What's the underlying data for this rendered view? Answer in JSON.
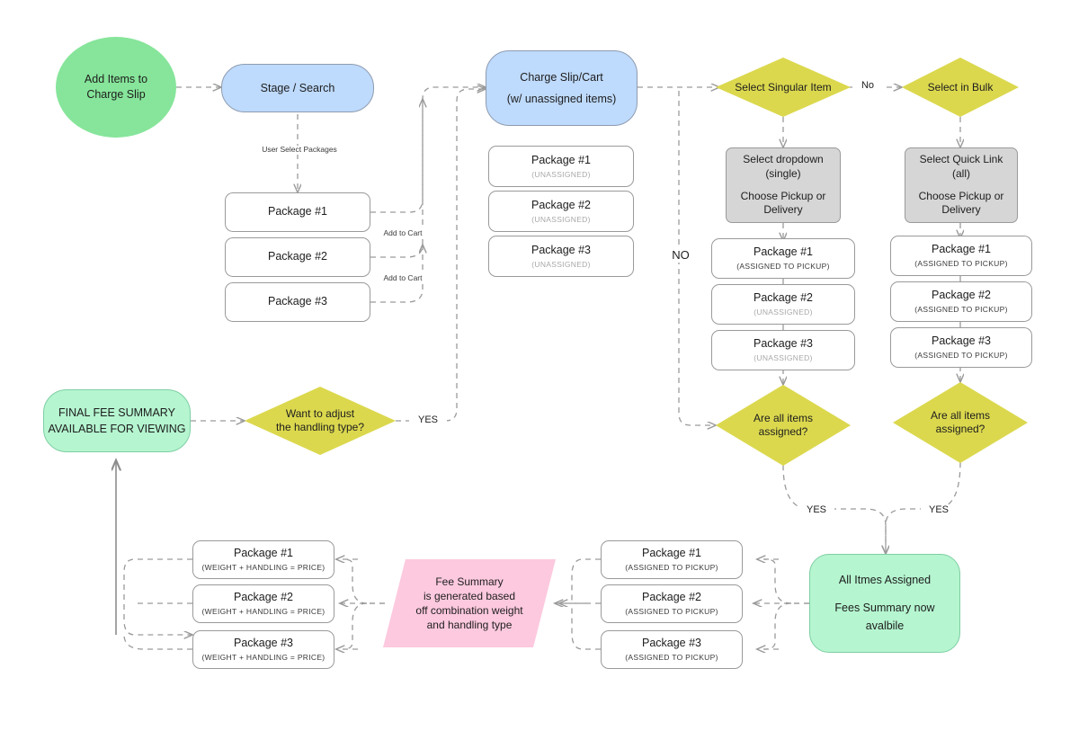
{
  "diagram": {
    "title": "Charge Slip Package Handling Flow",
    "colors": {
      "green_circle": "#86e59a",
      "blue": "#bedafc",
      "mint": "#b5f5d0",
      "yellow_diamond": "#dbd84e",
      "grey_process": "#d6d6d6",
      "pink_parallelogram": "#fdc9de",
      "connector": "#9a9a9a",
      "text": "#1d1d1d",
      "muted_text": "#a8a8a8"
    }
  },
  "nodes": {
    "start": {
      "line1": "Add Items to",
      "line2": "Charge Slip"
    },
    "stage_search": {
      "label": "Stage / Search"
    },
    "charge_slip": {
      "line1": "Charge Slip/Cart",
      "line2": "(w/ unassigned items)"
    },
    "select_singular": {
      "label": "Select Singular Item"
    },
    "select_bulk": {
      "label": "Select in Bulk"
    },
    "dropdown_single": {
      "line1": "Select dropdown",
      "line2": "(single)",
      "line3": "Choose Pickup or",
      "line4": "Delivery"
    },
    "quicklink_all": {
      "line1": "Select Quick Link",
      "line2": "(all)",
      "line3": "Choose Pickup or",
      "line4": "Delivery"
    },
    "assigned_check_single": {
      "line1": "Are all items",
      "line2": "assigned?"
    },
    "assigned_check_bulk": {
      "line1": "Are all items",
      "line2": "assigned?"
    },
    "all_assigned": {
      "line1": "All Itmes Assigned",
      "line2": "Fees Summary now",
      "line3": "avalbile"
    },
    "fee_summary": {
      "line1": "Fee Summary",
      "line2": "is generated based",
      "line3": "off combination weight",
      "line4": "and handling type"
    },
    "adjust_handling": {
      "line1": "Want to adjust",
      "line2": "the handling type?"
    },
    "final_summary": {
      "line1": "FINAL FEE SUMMARY",
      "line2": "AVAILABLE FOR VIEWING"
    }
  },
  "staged_packages": [
    {
      "name": "Package #1"
    },
    {
      "name": "Package #2"
    },
    {
      "name": "Package #3"
    }
  ],
  "cart_packages": [
    {
      "name": "Package #1",
      "status": "(UNASSIGNED)"
    },
    {
      "name": "Package #2",
      "status": "(UNASSIGNED)"
    },
    {
      "name": "Package #3",
      "status": "(UNASSIGNED)"
    }
  ],
  "singular_packages": [
    {
      "name": "Package #1",
      "status": "(ASSIGNED TO PICKUP)"
    },
    {
      "name": "Package #2",
      "status": "(UNASSIGNED)"
    },
    {
      "name": "Package #3",
      "status": "(UNASSIGNED)"
    }
  ],
  "bulk_packages": [
    {
      "name": "Package #1",
      "status": "(ASSIGNED TO PICKUP)"
    },
    {
      "name": "Package #2",
      "status": "(ASSIGNED TO PICKUP)"
    },
    {
      "name": "Package #3",
      "status": "(ASSIGNED TO PICKUP)"
    }
  ],
  "assigned_result_packages": [
    {
      "name": "Package #1",
      "status": "(ASSIGNED TO PICKUP)"
    },
    {
      "name": "Package #2",
      "status": "(ASSIGNED TO PICKUP)"
    },
    {
      "name": "Package #3",
      "status": "(ASSIGNED TO PICKUP)"
    }
  ],
  "priced_packages": [
    {
      "name": "Package #1",
      "status": "(WEIGHT + HANDLING = PRICE)"
    },
    {
      "name": "Package #2",
      "status": "(WEIGHT + HANDLING = PRICE)"
    },
    {
      "name": "Package #3",
      "status": "(WEIGHT + HANDLING = PRICE)"
    }
  ],
  "edge_labels": {
    "user_select_packages": "User Select Packages",
    "add_to_cart_1": "Add to Cart",
    "add_to_cart_2": "Add to Cart",
    "no_small": "No",
    "no_big": "NO",
    "yes_single": "YES",
    "yes_bulk": "YES",
    "yes_adjust": "YES"
  }
}
